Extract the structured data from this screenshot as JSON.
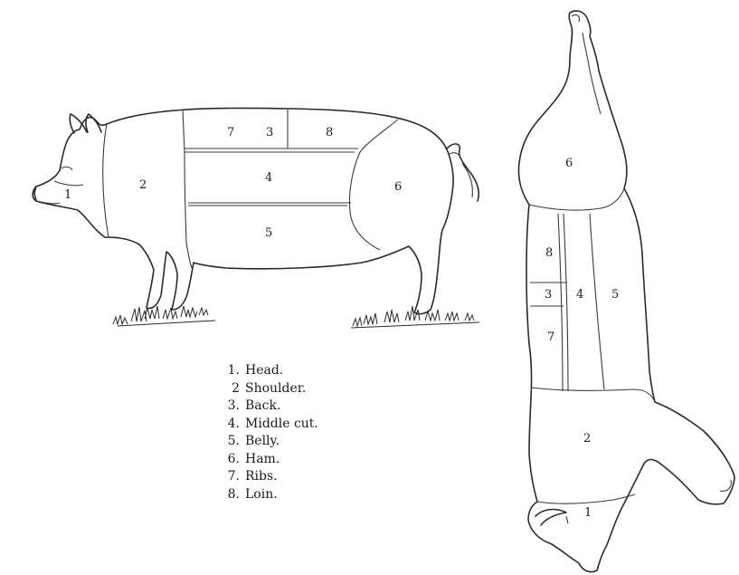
{
  "side_view": {
    "region_labels": [
      "1",
      "2",
      "7",
      "3",
      "8",
      "4",
      "6",
      "5"
    ]
  },
  "carcass_view": {
    "region_labels": [
      "6",
      "8",
      "3",
      "7",
      "4",
      "5",
      "2",
      "1"
    ]
  },
  "legend": [
    {
      "num": "1.",
      "text": "Head."
    },
    {
      "num": "2",
      "text": "Shoulder."
    },
    {
      "num": "3.",
      "text": "Back."
    },
    {
      "num": "4.",
      "text": "Middle cut."
    },
    {
      "num": "5.",
      "text": "Belly."
    },
    {
      "num": "6.",
      "text": "Ham."
    },
    {
      "num": "7.",
      "text": "Ribs."
    },
    {
      "num": "8.",
      "text": "Loin."
    }
  ]
}
